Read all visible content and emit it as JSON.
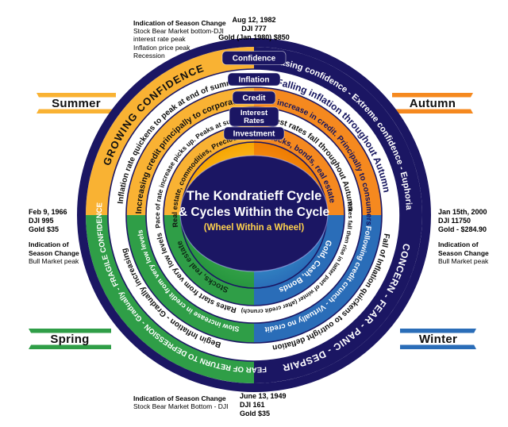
{
  "title": {
    "line1": "The Kondratieff Cycle",
    "line2": "& Cycles Within the Cycle",
    "line3": "(Wheel Within a Wheel)"
  },
  "ring_labels": {
    "confidence": "Confidence",
    "inflation": "Inflation",
    "credit": "Credit",
    "interest_rates_line1": "Interest",
    "interest_rates_line2": "Rates",
    "investment": "Investment"
  },
  "seasons": {
    "summer": {
      "name": "Summer",
      "rings": {
        "confidence": "GROWING CONFIDENCE",
        "inflation": "Inflation rate quickens to peak at end of summer.",
        "credit": "Increasing credit principally to corporations",
        "interest_rates": "Pace of rate increase picks up. Peaks at summers end",
        "investment": "Real estate, commodities, Precious metals"
      }
    },
    "autumn": {
      "name": "Autumn",
      "rings": {
        "confidence": "Increasing confidence - Extreme confidence - Euphoria",
        "inflation": "Falling inflation throughout Autumn",
        "credit": "Massive increase in credit. Principally to consumers",
        "interest_rates": "Interest rates fall throughout Autumn",
        "investment": "stocks, bonds, real estate"
      }
    },
    "spring": {
      "name": "Spring",
      "rings": {
        "confidence": "FEAR OF RETURN TO DEPRESSION - Gradually - FRAGILE CONFIDENCE",
        "inflation": "Begin Inflation - Gradually increasing",
        "credit": "Slow increase in credit from very low levels",
        "interest_rates": "Rates start from very low levels",
        "investment": "Stocks, real estate"
      }
    },
    "winter": {
      "name": "Winter",
      "rings": {
        "confidence": "CONCERN - FEAR - PANIC - DESPAIR",
        "inflation": "Fall of Inflation quickens to outright deflation",
        "credit": "Following credit crunch - Virtually no credit",
        "interest_rates": "Rates fall then rise in latter part of winter (after credit crunch)",
        "investment": "Gold, Cash, Bonds"
      }
    }
  },
  "annotations": {
    "top_left": {
      "heading": "Indication of Season Change",
      "lines": [
        "Stock Bear Market bottom-DJI",
        "interest rate peak",
        "Inflation price peak",
        "Recession"
      ]
    },
    "top_center": {
      "lines": [
        "Aug 12, 1982",
        "DJI 777",
        "Gold (Jan 1980) $850"
      ]
    },
    "right_mid": {
      "stats": [
        "Jan 15th, 2000",
        "DJI 11750",
        "Gold - $284.90"
      ],
      "heading": "Indication of Season Change",
      "sub": "Bull Market peak"
    },
    "left_mid": {
      "stats": [
        "Feb 9, 1966",
        "DJI 995",
        "Gold $35"
      ],
      "heading": "Indication of Season Change",
      "sub": "Bull Market peak"
    },
    "bottom_left": {
      "heading": "Indication of Season Change",
      "sub": "Stock Bear Market Bottom - DJI"
    },
    "bottom_right": {
      "lines": [
        "June 13, 1949",
        "DJI 161",
        "Gold $35"
      ]
    }
  },
  "colors": {
    "navy": "#1b1663",
    "summer_gold": "#f9b233",
    "autumn_orange": "#f5891f",
    "spring_green": "#2f9e47",
    "winter_blue": "#2a6db8",
    "winter_teal": "#45bfdc",
    "highlight_yellow": "#ffd24d"
  }
}
